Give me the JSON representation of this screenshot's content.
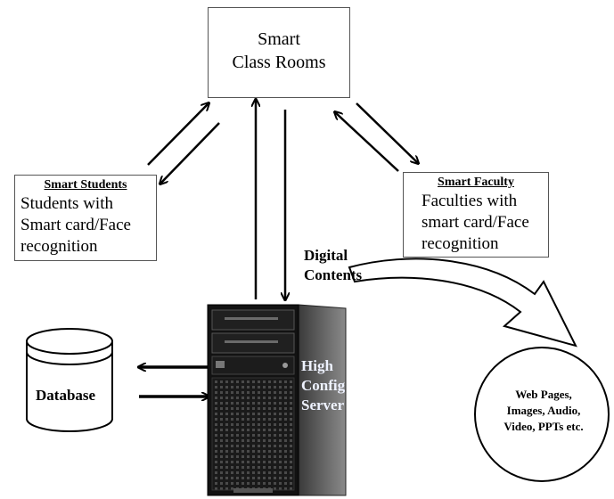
{
  "smart_rooms": {
    "line1": "Smart",
    "line2": "Class Rooms"
  },
  "students": {
    "header": "Smart Students",
    "line1": "Students with",
    "line2": "Smart card/Face",
    "line3": "recognition"
  },
  "faculty": {
    "header": "Smart Faculty",
    "line1": "Faculties with",
    "line2": "smart card/Face",
    "line3": "recognition"
  },
  "digital": {
    "line1": "Digital",
    "line2": "Contents"
  },
  "database": {
    "label": "Database"
  },
  "server": {
    "line1": "High",
    "line2": "Config",
    "line3": "Server"
  },
  "output": {
    "line1": "Web Pages,",
    "line2": "Images, Audio,",
    "line3": "Video, PPTs etc."
  },
  "colors": {
    "server_body": "#2b2b2b",
    "server_front": "#111111",
    "curved_arrow_fill": "#ffffff",
    "stroke": "#000000"
  }
}
